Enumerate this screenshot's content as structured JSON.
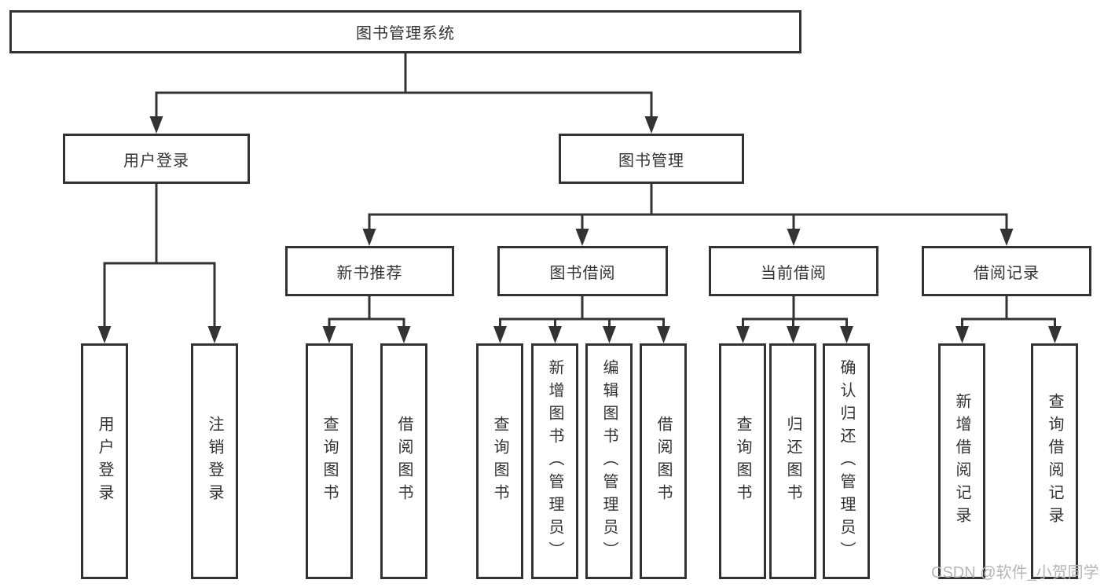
{
  "diagram": {
    "root": {
      "label": "图书管理系统"
    },
    "level2": [
      {
        "label": "用户登录"
      },
      {
        "label": "图书管理"
      }
    ],
    "level3": [
      {
        "label": "新书推荐"
      },
      {
        "label": "图书借阅"
      },
      {
        "label": "当前借阅"
      },
      {
        "label": "借阅记录"
      }
    ],
    "leaves": [
      {
        "label": "用户登录"
      },
      {
        "label": "注销登录"
      },
      {
        "label": "查询图书"
      },
      {
        "label": "借阅图书"
      },
      {
        "label": "查询图书"
      },
      {
        "label": "新增图书（管理员）"
      },
      {
        "label": "编辑图书（管理员）"
      },
      {
        "label": "借阅图书"
      },
      {
        "label": "查询图书"
      },
      {
        "label": "归还图书"
      },
      {
        "label": "确认归还（管理员）"
      },
      {
        "label": "新增借阅记录"
      },
      {
        "label": "查询借阅记录"
      }
    ],
    "watermark": "CSDN @软件_小贺同学",
    "colors": {
      "line": "#333333",
      "text": "#333333",
      "background": "#ffffff",
      "watermark": "#b5b5b5"
    }
  }
}
